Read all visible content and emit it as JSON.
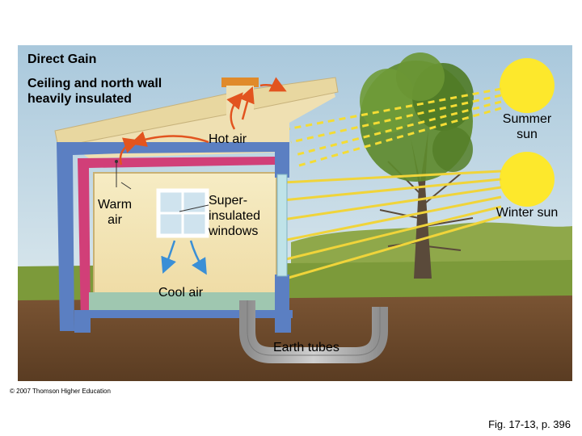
{
  "labels": {
    "title": "Direct Gain",
    "ceiling": "Ceiling and north wall heavily insulated",
    "hot_air": "Hot air",
    "warm_air": "Warm air",
    "windows": "Super-insulated windows",
    "summer_sun": "Summer sun",
    "winter_sun": "Winter sun",
    "cool_air": "Cool air",
    "earth_tubes": "Earth tubes"
  },
  "credit": "© 2007 Thomson Higher Education",
  "figure_ref": "Fig. 17-13, p. 396",
  "colors": {
    "sky": "#b9d3e3",
    "ground": "#6b4a2e",
    "grass": "#7c9a3a",
    "sun": "#fde82c",
    "wall_blue": "#5b7fc2",
    "insulation_pink": "#d13f78",
    "arrow_red": "#e2541f",
    "arrow_blue": "#3a8fd6"
  }
}
